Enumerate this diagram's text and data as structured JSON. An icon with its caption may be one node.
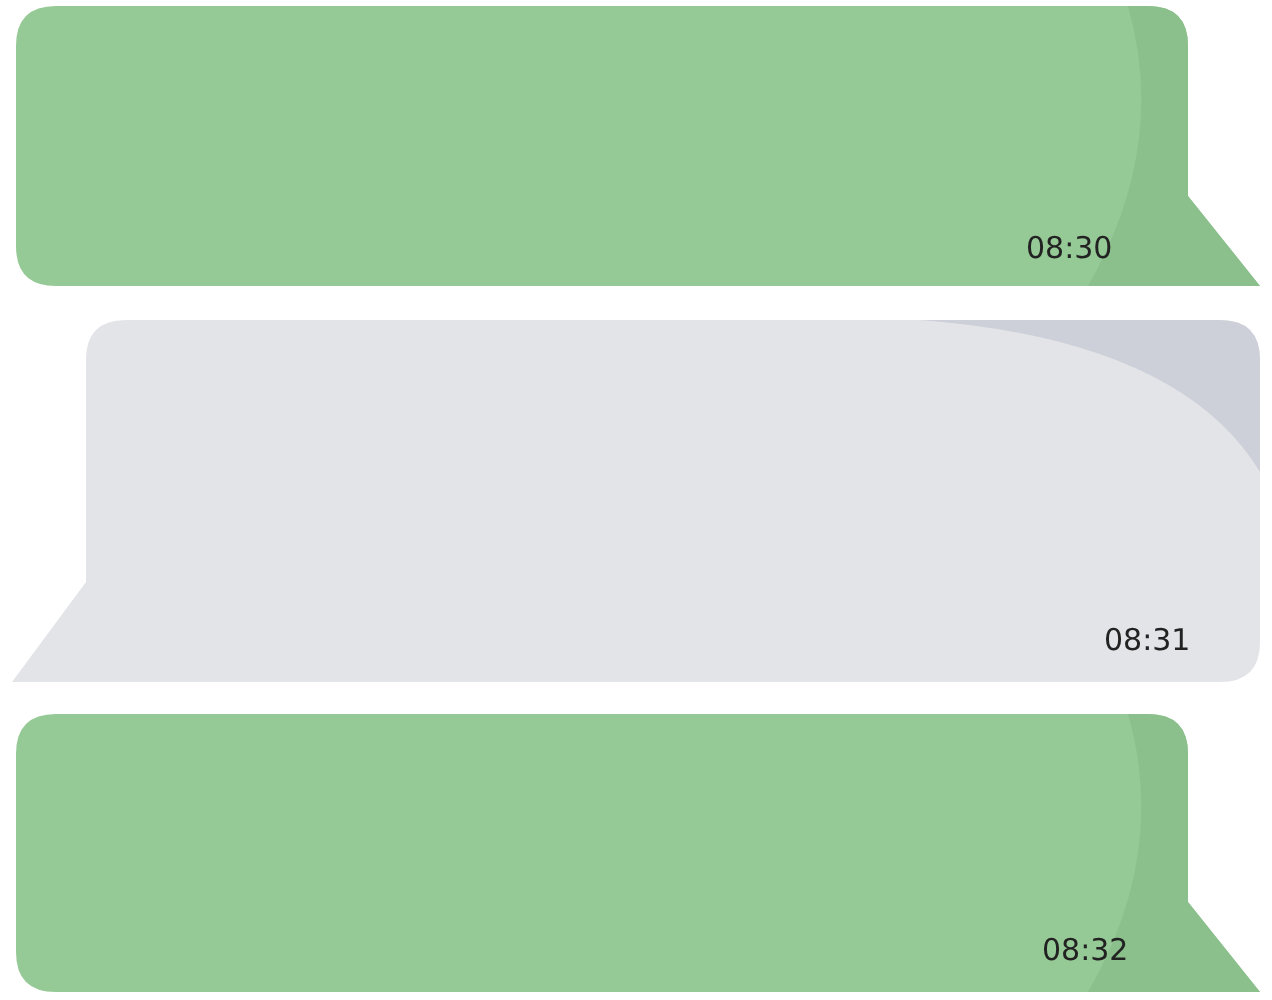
{
  "diagram": {
    "nodes": [
      {
        "text": [
          "08:30"
        ]
      },
      {
        "text": [
          "08:31"
        ]
      },
      {
        "text": [
          "08:32"
        ]
      }
    ]
  }
}
